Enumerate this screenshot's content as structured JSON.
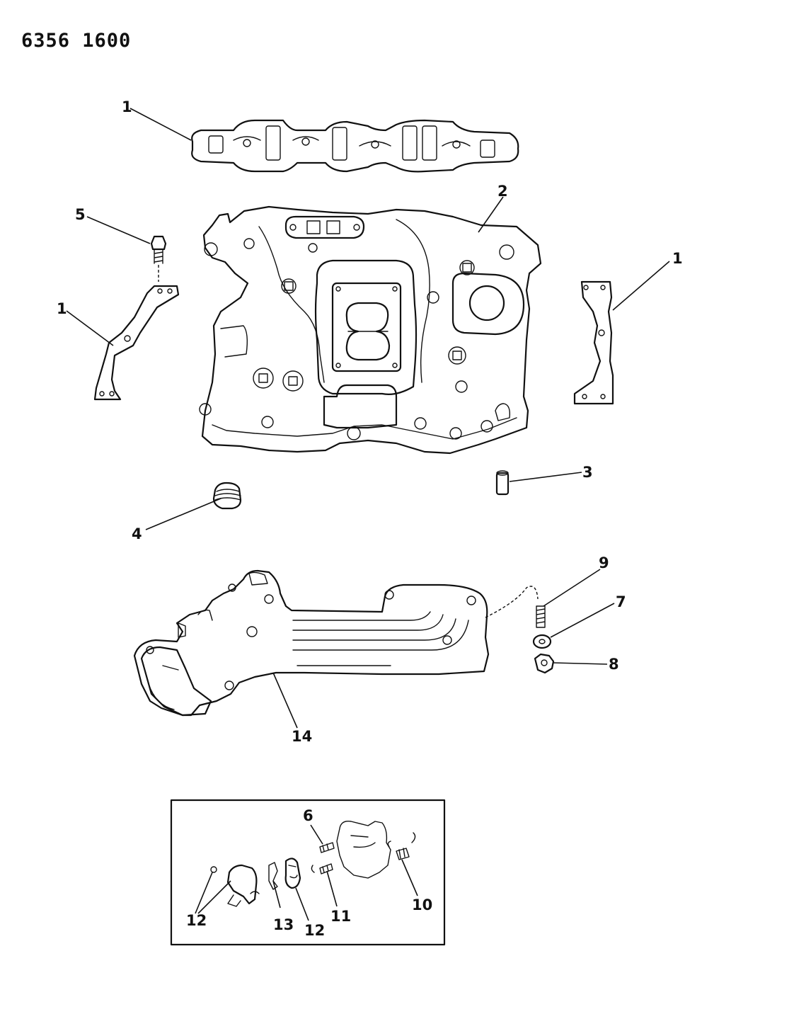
{
  "doc_number": "6356 1600",
  "callouts": {
    "c1_top": "1",
    "c1_left": "1",
    "c1_right": "1",
    "c2": "2",
    "c3": "3",
    "c4": "4",
    "c5": "5",
    "c6": "6",
    "c7": "7",
    "c8": "8",
    "c9": "9",
    "c10": "10",
    "c11": "11",
    "c12_left": "12",
    "c12_right": "12",
    "c13": "13",
    "c14": "14"
  }
}
